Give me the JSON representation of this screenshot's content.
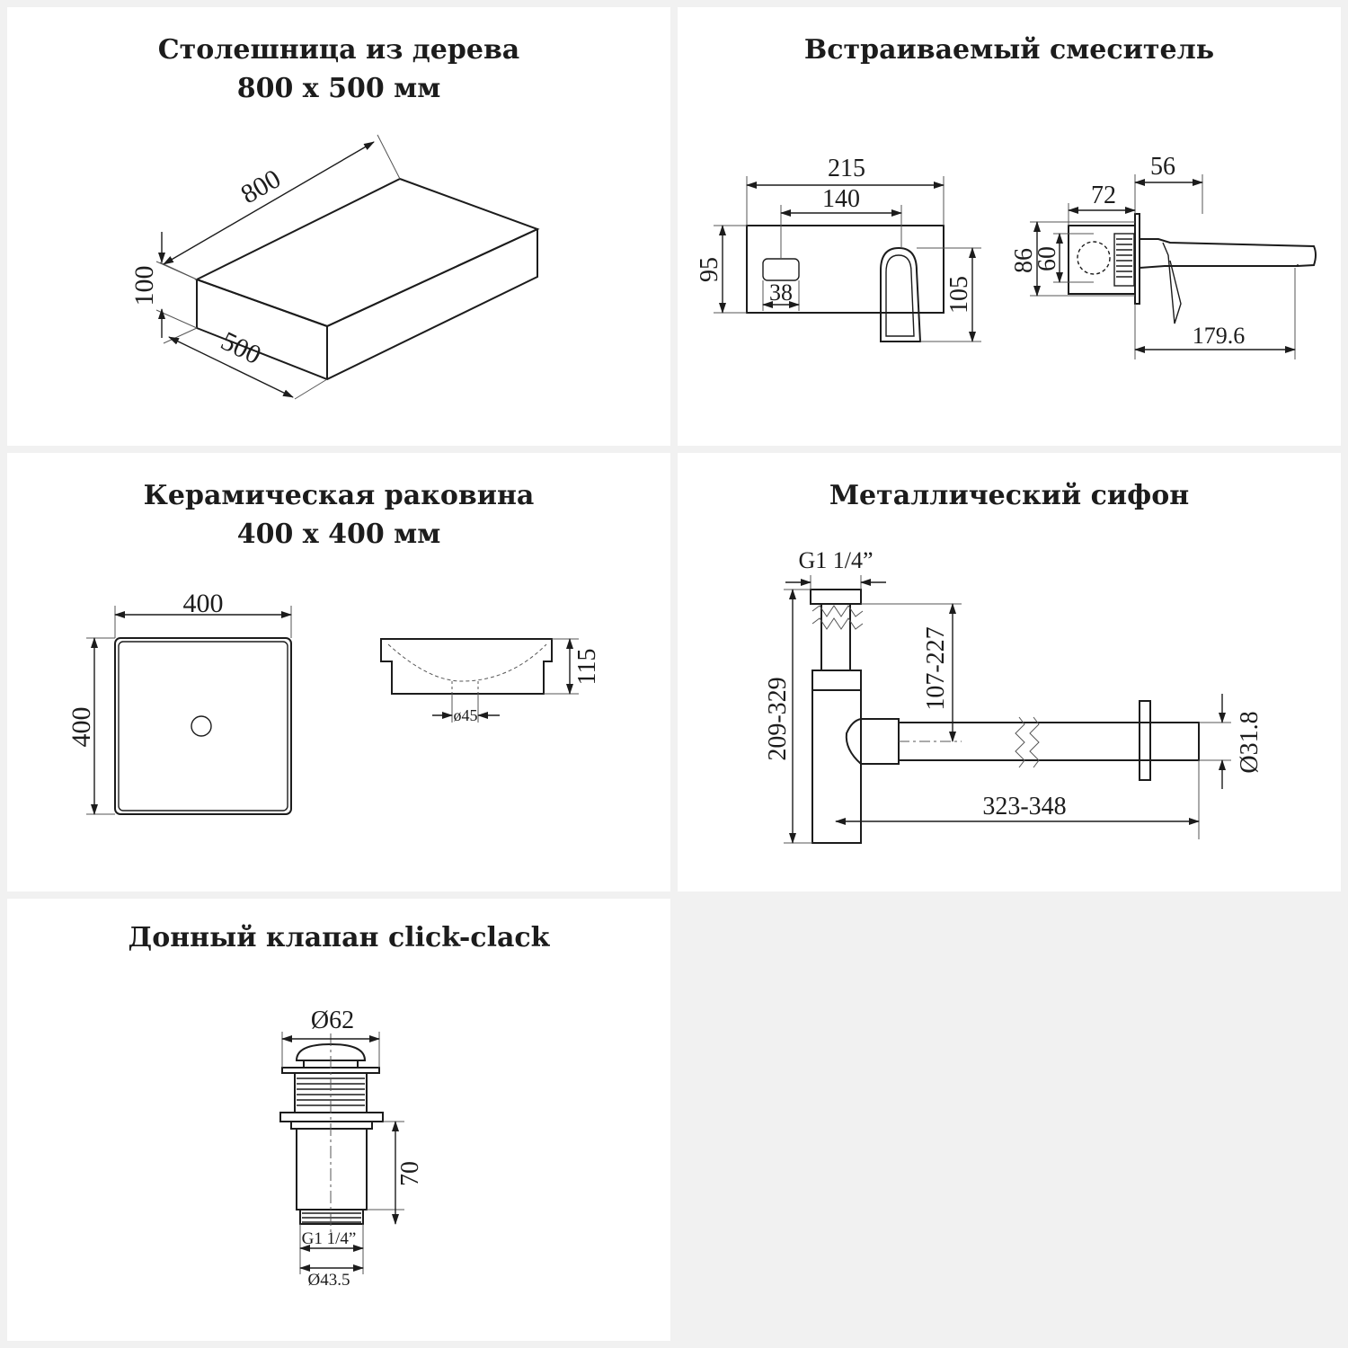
{
  "panels": {
    "countertop": {
      "title_line1": "Столешница из дерева",
      "title_line2": "800 x 500 мм",
      "dim_length": "800",
      "dim_height": "100",
      "dim_depth": "500"
    },
    "mixer": {
      "title": "Встраиваемый смеситель",
      "dim_width": "215",
      "dim_spacing": "140",
      "dim_plate_height": "95",
      "dim_button": "38",
      "dim_spout_height": "105",
      "dim_depth_total": "72",
      "dim_depth_plate": "56",
      "dim_body_outer": "86",
      "dim_body_inner": "60",
      "dim_spout_length": "179.6"
    },
    "basin": {
      "title_line1": "Керамическая раковина",
      "title_line2": "400 x 400 мм",
      "dim_width": "400",
      "dim_length": "400",
      "dim_height": "115",
      "dim_drain": "ø45"
    },
    "siphon": {
      "title": "Металлический сифон",
      "dim_thread": "G1 1/4”",
      "dim_total_height": "209-329",
      "dim_adjust_height": "107-227",
      "dim_length": "323-348",
      "dim_outlet": "Ø31.8"
    },
    "valve": {
      "title": "Донный клапан click-clack",
      "dim_cap": "Ø62",
      "dim_height": "70",
      "dim_thread": "G1 1/4”",
      "dim_bottom": "Ø43.5"
    }
  }
}
